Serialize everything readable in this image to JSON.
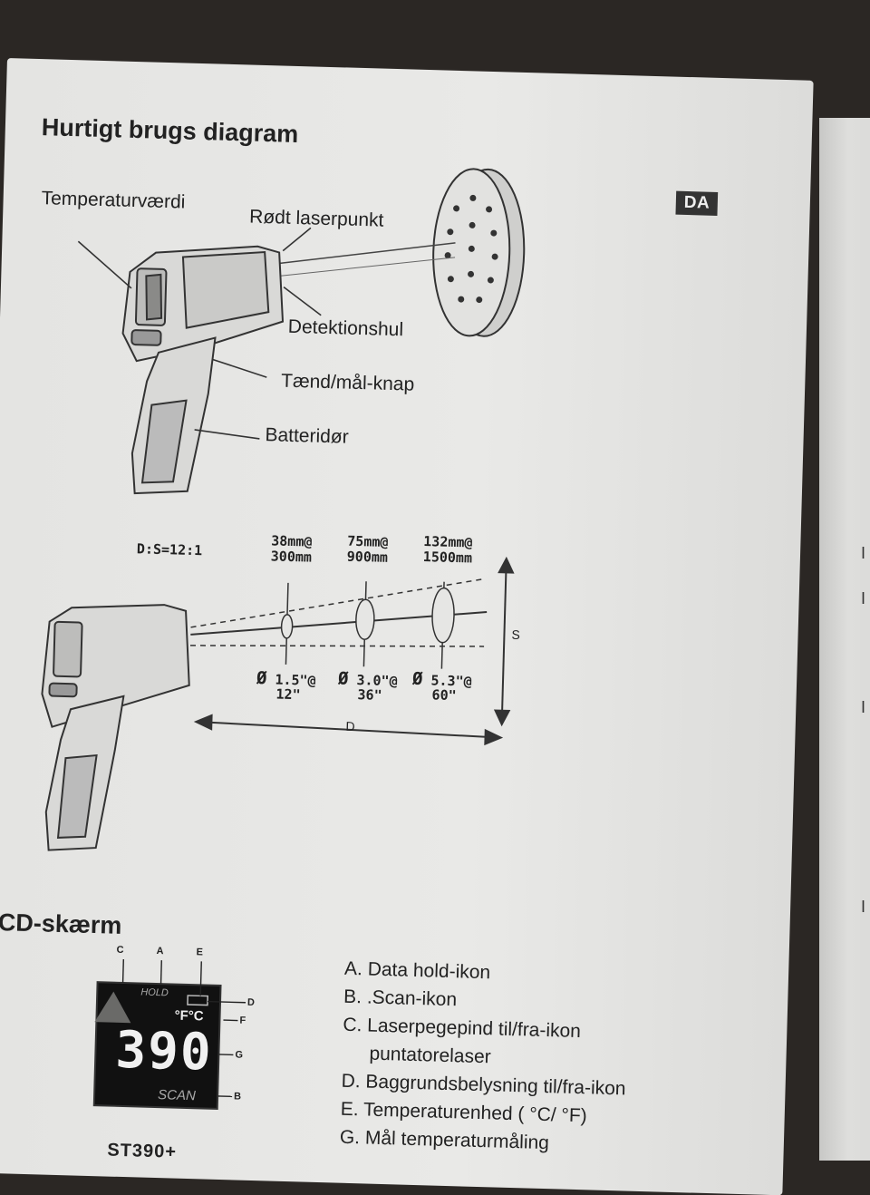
{
  "page": {
    "title": "Hurtigt brugs diagram",
    "lang_badge": "DA"
  },
  "diagram": {
    "labels": {
      "temperature_value": "Temperaturværdi",
      "red_laser_point": "Rødt laserpunkt",
      "detection_hole": "Detektionshul",
      "power_button": "Tænd/mål-knap",
      "battery_door": "Batteridør"
    }
  },
  "ds_diagram": {
    "ratio_label": "D:S=12:1",
    "spots": [
      {
        "size": "38mm@",
        "distance": "300mm",
        "inch_dia": "1.5\"@",
        "inch_dist": "12\""
      },
      {
        "size": "75mm@",
        "distance": "900mm",
        "inch_dia": "3.0\"@",
        "inch_dist": "36\""
      },
      {
        "size": "132mm@",
        "distance": "1500mm",
        "inch_dia": "5.3\"@",
        "inch_dist": "60\""
      }
    ],
    "diameter_symbol": "Ø",
    "s_label": "S",
    "d_label": "D"
  },
  "lcd": {
    "title": "LCD-skærm",
    "model": "ST390+",
    "screen": {
      "reading": "390",
      "hold": "HOLD",
      "unit": "°F°C",
      "scan": "SCAN",
      "letters_top": [
        "C",
        "A",
        "E"
      ],
      "letters_right": [
        "D",
        "F",
        "G",
        "B"
      ]
    },
    "items": [
      "A. Data hold-ikon",
      "B. .Scan-ikon",
      "C. Laserpegepind til/fra-ikon",
      "puntatorelaser",
      "D. Baggrundsbelysning til/fra-ikon",
      "E. Temperaturenhed ( °C/ °F)",
      "G. Mål temperaturmåling"
    ]
  }
}
